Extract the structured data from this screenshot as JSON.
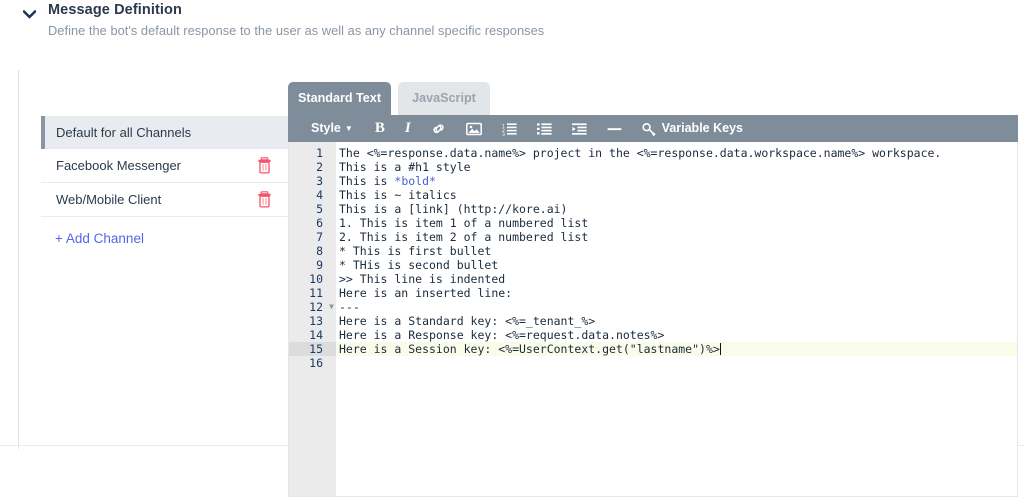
{
  "header": {
    "chevron_icon": "chevron-down-icon",
    "title": "Message Definition",
    "subtitle": "Define the bot's default response to the user as well as any channel specific responses"
  },
  "channels": {
    "items": [
      {
        "label": "Default for all Channels",
        "active": true,
        "deletable": false
      },
      {
        "label": "Facebook Messenger",
        "active": false,
        "deletable": true
      },
      {
        "label": "Web/Mobile Client",
        "active": false,
        "deletable": true
      }
    ],
    "add_label": "+ Add Channel",
    "delete_icon": "trash-icon",
    "accent_color": "#8a96a3",
    "link_color": "#5566e8",
    "delete_color": "#f4566a"
  },
  "editor": {
    "tabs": [
      {
        "label": "Standard Text",
        "active": true
      },
      {
        "label": "JavaScript",
        "active": false
      }
    ],
    "toolbar": {
      "style_label": "Style",
      "bold_label": "B",
      "italic_label": "I",
      "link_icon": "link-icon",
      "image_icon": "image-icon",
      "ordered_list_icon": "ordered-list-icon",
      "unordered_list_icon": "unordered-list-icon",
      "indent_icon": "indent-icon",
      "horizontal_rule_icon": "horizontal-rule-icon",
      "variable_keys_icon": "key-icon",
      "variable_keys_label": "Variable Keys",
      "background_color": "#7f8c99"
    },
    "active_line": 15,
    "fold_lines": [
      12
    ],
    "lines": [
      {
        "n": "1",
        "text": "The <%=response.data.name%> project in the <%=response.data.workspace.name%> workspace."
      },
      {
        "n": "2",
        "text": "This is a #h1 style"
      },
      {
        "n": "3",
        "text": "This is *bold*"
      },
      {
        "n": "4",
        "text": "This is ~ italics"
      },
      {
        "n": "5",
        "text": "This is a [link] (http://kore.ai)"
      },
      {
        "n": "6",
        "text": "1. This is item 1 of a numbered list"
      },
      {
        "n": "7",
        "text": "2. This is item 2 of a numbered list"
      },
      {
        "n": "8",
        "text": "* This is first bullet"
      },
      {
        "n": "9",
        "text": "* THis is second bullet"
      },
      {
        "n": "10",
        "text": ">> This line is indented"
      },
      {
        "n": "11",
        "text": "Here is an inserted line:"
      },
      {
        "n": "12",
        "text": "---"
      },
      {
        "n": "13",
        "text": "Here is a Standard key: <%=_tenant_%>"
      },
      {
        "n": "14",
        "text": "Here is a Response key: <%=request.data.notes%>"
      },
      {
        "n": "15",
        "text": "Here is a Session key: <%=UserContext.get(\"lastname\")%>"
      },
      {
        "n": "16",
        "text": ""
      }
    ]
  }
}
